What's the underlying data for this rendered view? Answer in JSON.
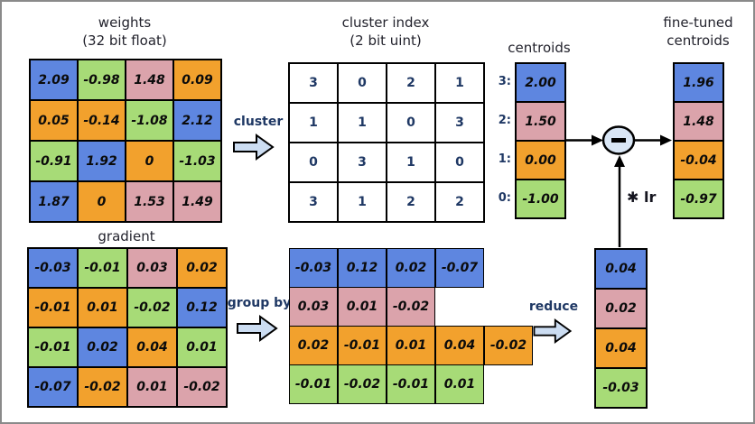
{
  "palette": {
    "cluster3_blue": "#5e86e0",
    "cluster2_pink": "#dba3ab",
    "cluster1_orange": "#f2a12d",
    "cluster0_green": "#a7db77",
    "index_text_blue": "#1f3864",
    "title_text": "#23232d",
    "block_arrow_fill": "#ccddf2",
    "subtract_circle_fill": "#d9e6f5",
    "frame_gray": "#8a8a8a"
  },
  "icons": {
    "subtract_node": "−",
    "flow_arrow": "block-arrow-right"
  },
  "labels": {
    "cluster": "cluster",
    "group_by": "group by",
    "reduce": "reduce",
    "lr": "✱ lr"
  },
  "weights": {
    "title": "weights",
    "subtitle": "(32 bit float)",
    "rows": [
      [
        {
          "value": "2.09",
          "cluster": 3
        },
        {
          "value": "-0.98",
          "cluster": 0
        },
        {
          "value": "1.48",
          "cluster": 2
        },
        {
          "value": "0.09",
          "cluster": 1
        }
      ],
      [
        {
          "value": "0.05",
          "cluster": 1
        },
        {
          "value": "-0.14",
          "cluster": 1
        },
        {
          "value": "-1.08",
          "cluster": 0
        },
        {
          "value": "2.12",
          "cluster": 3
        }
      ],
      [
        {
          "value": "-0.91",
          "cluster": 0
        },
        {
          "value": "1.92",
          "cluster": 3
        },
        {
          "value": "0",
          "cluster": 1
        },
        {
          "value": "-1.03",
          "cluster": 0
        }
      ],
      [
        {
          "value": "1.87",
          "cluster": 3
        },
        {
          "value": "0",
          "cluster": 1
        },
        {
          "value": "1.53",
          "cluster": 2
        },
        {
          "value": "1.49",
          "cluster": 2
        }
      ]
    ]
  },
  "cluster_index": {
    "title": "cluster index",
    "subtitle": "(2 bit uint)",
    "rows": [
      [
        "3",
        "0",
        "2",
        "1"
      ],
      [
        "1",
        "1",
        "0",
        "3"
      ],
      [
        "0",
        "3",
        "1",
        "0"
      ],
      [
        "3",
        "1",
        "2",
        "2"
      ]
    ]
  },
  "centroids": {
    "title": "centroids",
    "row_labels": [
      "3:",
      "2:",
      "1:",
      "0:"
    ],
    "cells": [
      {
        "value": "2.00",
        "cluster": 3
      },
      {
        "value": "1.50",
        "cluster": 2
      },
      {
        "value": "0.00",
        "cluster": 1
      },
      {
        "value": "-1.00",
        "cluster": 0
      }
    ]
  },
  "fine_tuned": {
    "title_line1": "fine-tuned",
    "title_line2": "centroids",
    "cells": [
      {
        "value": "1.96",
        "cluster": 3
      },
      {
        "value": "1.48",
        "cluster": 2
      },
      {
        "value": "-0.04",
        "cluster": 1
      },
      {
        "value": "-0.97",
        "cluster": 0
      }
    ]
  },
  "gradient": {
    "title": "gradient",
    "rows": [
      [
        {
          "value": "-0.03",
          "cluster": 3
        },
        {
          "value": "-0.01",
          "cluster": 0
        },
        {
          "value": "0.03",
          "cluster": 2
        },
        {
          "value": "0.02",
          "cluster": 1
        }
      ],
      [
        {
          "value": "-0.01",
          "cluster": 1
        },
        {
          "value": "0.01",
          "cluster": 1
        },
        {
          "value": "-0.02",
          "cluster": 0
        },
        {
          "value": "0.12",
          "cluster": 3
        }
      ],
      [
        {
          "value": "-0.01",
          "cluster": 0
        },
        {
          "value": "0.02",
          "cluster": 3
        },
        {
          "value": "0.04",
          "cluster": 1
        },
        {
          "value": "0.01",
          "cluster": 0
        }
      ],
      [
        {
          "value": "-0.07",
          "cluster": 3
        },
        {
          "value": "-0.02",
          "cluster": 1
        },
        {
          "value": "0.01",
          "cluster": 2
        },
        {
          "value": "-0.02",
          "cluster": 2
        }
      ]
    ]
  },
  "grouped_gradient": {
    "rows": [
      {
        "cluster": 3,
        "values": [
          "-0.03",
          "0.12",
          "0.02",
          "-0.07"
        ]
      },
      {
        "cluster": 2,
        "values": [
          "0.03",
          "0.01",
          "-0.02"
        ]
      },
      {
        "cluster": 1,
        "values": [
          "0.02",
          "-0.01",
          "0.01",
          "0.04",
          "-0.02"
        ]
      },
      {
        "cluster": 0,
        "values": [
          "-0.01",
          "-0.02",
          "-0.01",
          "0.01"
        ]
      }
    ]
  },
  "reduced": {
    "cells": [
      {
        "value": "0.04",
        "cluster": 3
      },
      {
        "value": "0.02",
        "cluster": 2
      },
      {
        "value": "0.04",
        "cluster": 1
      },
      {
        "value": "-0.03",
        "cluster": 0
      }
    ]
  }
}
